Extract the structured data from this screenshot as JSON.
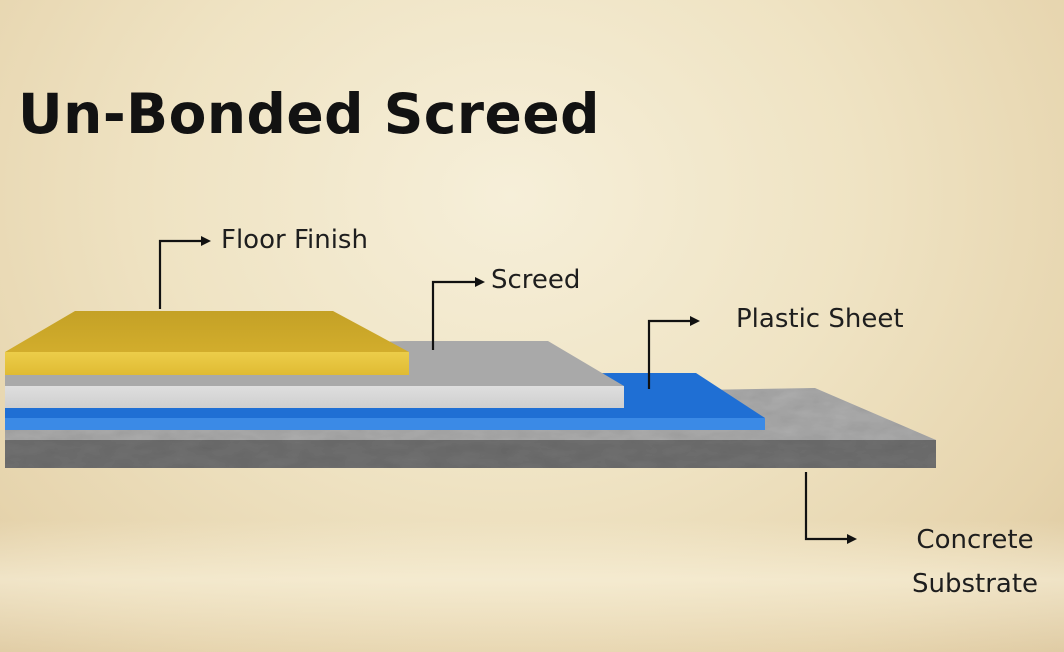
{
  "title": "Un-Bonded Screed",
  "layers": [
    {
      "key": "floor_finish",
      "label": "Floor Finish",
      "color": "#c9a72a"
    },
    {
      "key": "screed",
      "label": "Screed",
      "color": "#b5b5b5"
    },
    {
      "key": "plastic_sheet",
      "label": "Plastic Sheet",
      "color": "#2f7fdc"
    },
    {
      "key": "concrete_substrate",
      "label_line1": "Concrete",
      "label_line2": "Substrate",
      "color": "#8a8a8a"
    }
  ]
}
